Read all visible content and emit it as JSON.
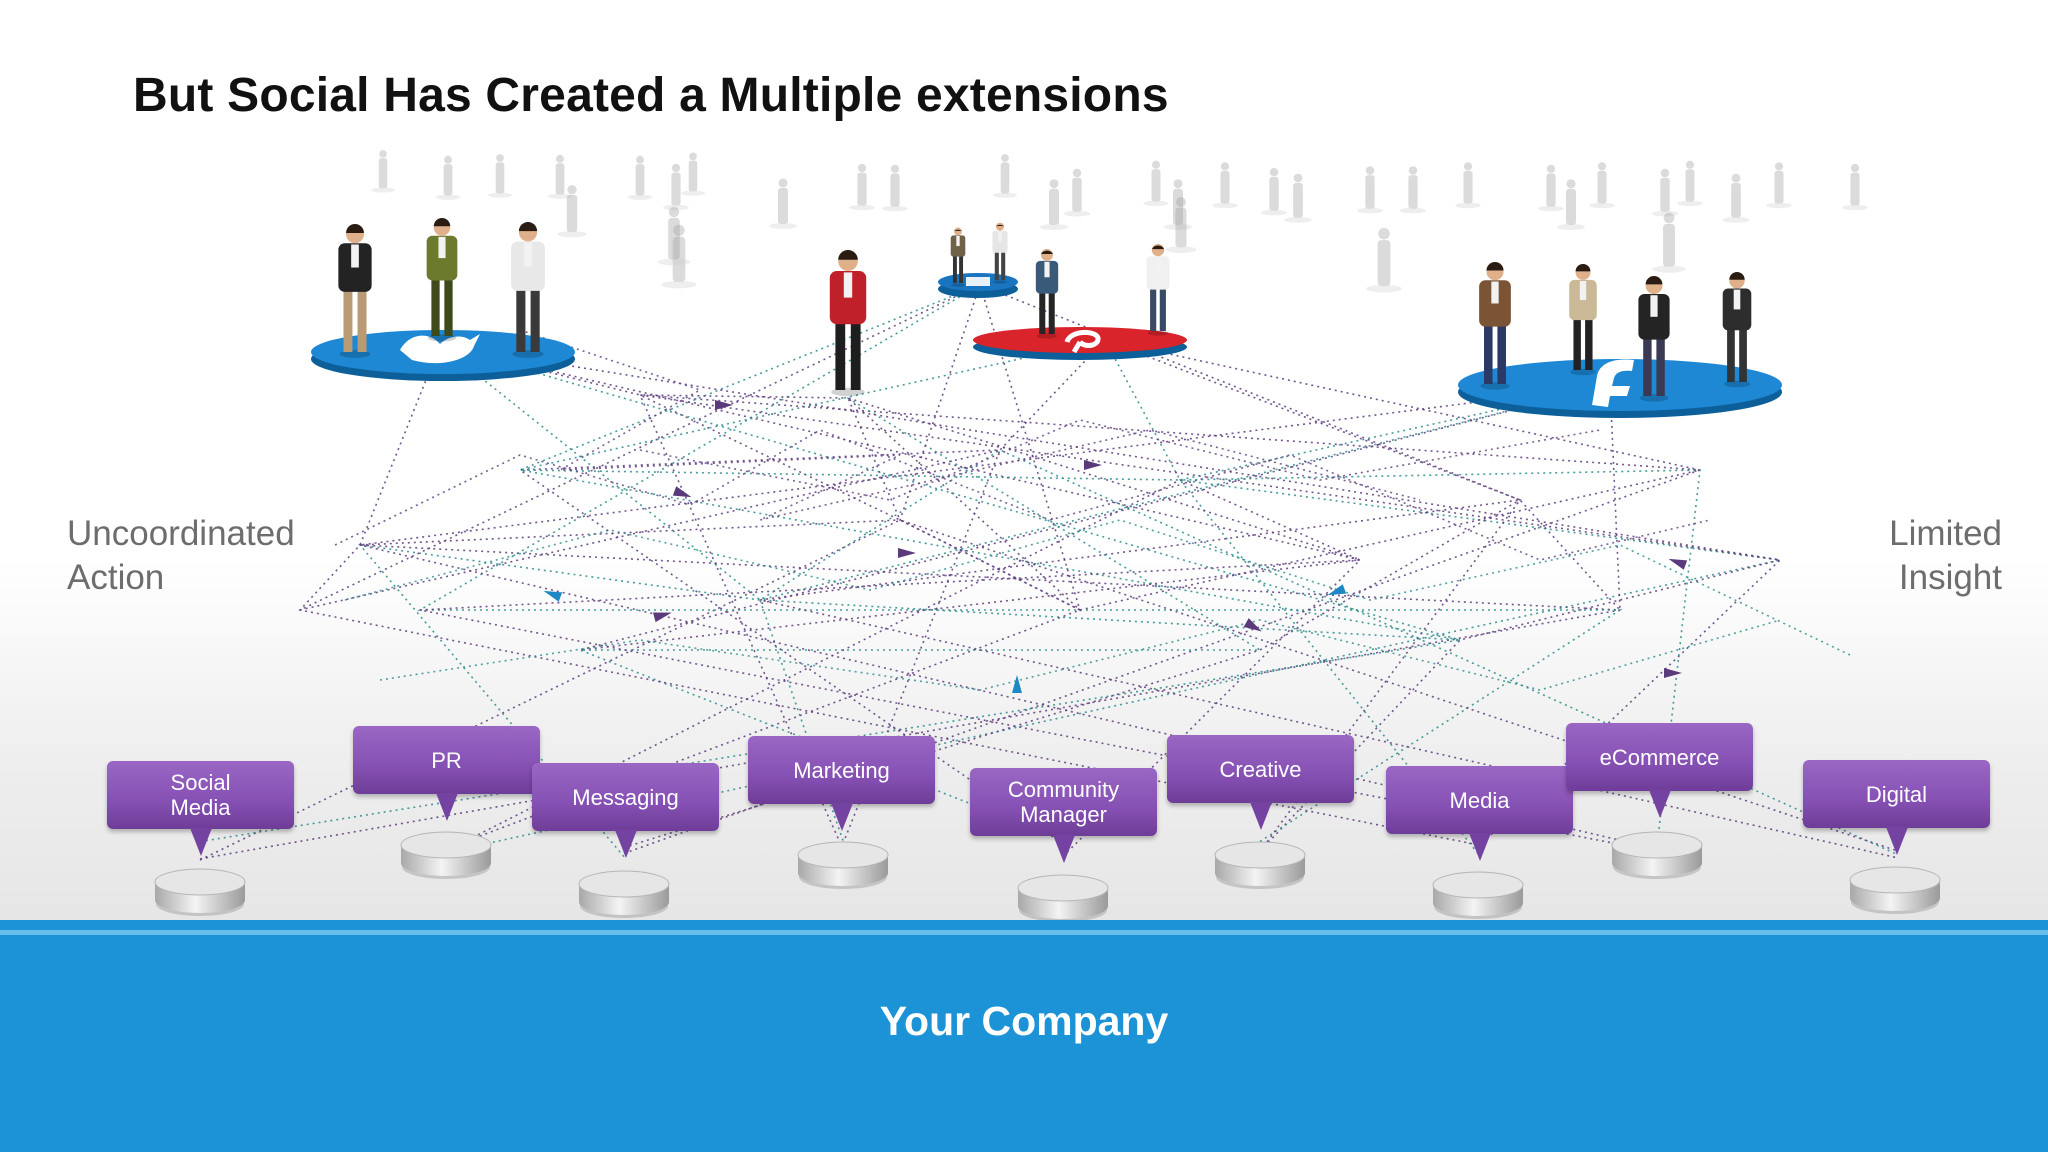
{
  "slide": {
    "title": "But Social Has Created a Multiple extensions",
    "left_label": [
      "Uncoordinated",
      "Action"
    ],
    "right_label": [
      "Limited",
      "Insight"
    ],
    "footer": "Your Company"
  },
  "departments": [
    {
      "label": "Social\nMedia"
    },
    {
      "label": "PR"
    },
    {
      "label": "Messaging"
    },
    {
      "label": "Marketing"
    },
    {
      "label": "Community\nManager"
    },
    {
      "label": "Creative"
    },
    {
      "label": "Media"
    },
    {
      "label": "eCommerce"
    },
    {
      "label": "Digital"
    }
  ],
  "networks": [
    {
      "icon": "twitter-bird-icon",
      "color": "#1e88d4"
    },
    {
      "icon": "pinterest-p-icon",
      "color": "#d9242b"
    },
    {
      "icon": "linkedin-icon",
      "color": "#1a75c0"
    },
    {
      "icon": "facebook-f-icon",
      "color": "#1e88d4"
    }
  ],
  "colors": {
    "department": "#8550b3",
    "band": "#1b93d6",
    "line_purple": "#5a3a7a",
    "line_teal": "#2a8a8a"
  }
}
